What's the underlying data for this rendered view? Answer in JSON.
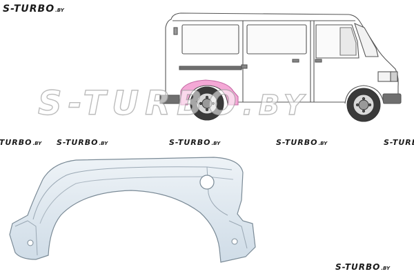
{
  "brand": {
    "name": "S-TURBO",
    "suffix": ".BY",
    "big_watermark": "S-TURBO",
    "big_watermark_suffix": ".BY"
  },
  "colors": {
    "highlight_part": "#f4a8d6",
    "panel_fill": "#dce7f0",
    "outline": "#555555",
    "logo": "#1a1a1a"
  },
  "illustrations": {
    "vehicle": "van-side-view",
    "part": "rear-wheel-arch-panel"
  }
}
